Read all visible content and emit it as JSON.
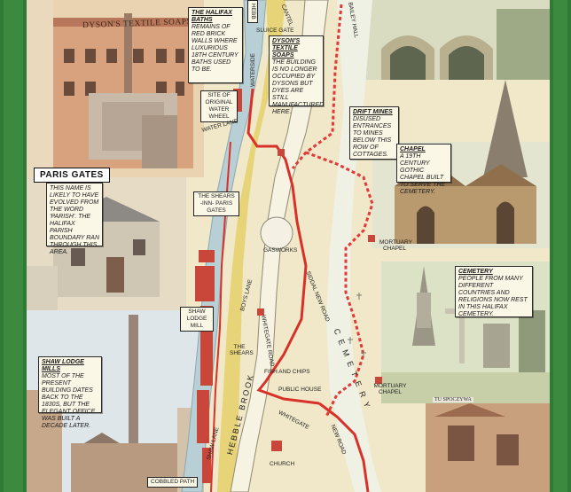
{
  "factory_sign": "DYSON'S TEXTILE SOAPS",
  "grave_inscription": "TU SPOCZYWA",
  "info_boxes": {
    "halifax_baths": {
      "title": "THE HALIFAX BATHS",
      "body": "REMAINS OF RED BRICK WALLS WHERE LUXURIOUS 18th CENTURY BATHS USED TO BE."
    },
    "dysons": {
      "title": "DYSON'S TEXTILE SOAPS",
      "body": "THE BUILDING IS NO LONGER OCCUPIED BY DYSONS BUT DYES ARE STILL MANUFACTURED HERE."
    },
    "drift_mines": {
      "title": "DRIFT MINES",
      "body": "DISUSED ENTRANCES TO MINES BELOW THIS ROW OF COTTAGES."
    },
    "chapel": {
      "title": "CHAPEL",
      "body": "A 19th CENTURY GOTHIC CHAPEL BUILT TO SERVE THE CEMETERY."
    },
    "paris_gates": {
      "title": "PARIS GATES",
      "body": "THIS NAME IS LIKELY TO HAVE EVOLVED FROM THE WORD 'PARISH'. THE HALIFAX PARISH BOUNDARY RAN THROUGH THIS AREA."
    },
    "cemetery": {
      "title": "CEMETERY",
      "body": "PEOPLE FROM MANY DIFFERENT COUNTRIES AND RELIGIONS NOW REST IN THIS HALIFAX CEMETERY."
    },
    "shaw_lodge_mills": {
      "title": "SHAW LODGE MILLS",
      "body": "MOST OF THE PRESENT BUILDING DATES BACK TO THE 1830s, BUT THE ELEGANT OFFICE WAS BUILT A DECADE LATER."
    }
  },
  "labels": {
    "sluice_gate": "SLUICE GATE",
    "waterside": "WATERSIDE",
    "site_wheel": "SITE OF ORIGINAL WATER WHEEL",
    "water_lane": "WATER LANE",
    "shears_inn": "THE SHEARS -INN- PARIS GATES",
    "gasworks": "GASWORKS",
    "mortuary_chapel_1": "MORTUARY CHAPEL",
    "boys_lane": "BOYS LANE",
    "shaw_lodge_mill": "SHAW LODGE MILL",
    "whitegate_road": "WHITEGATE ROAD",
    "siddal_new_road": "SIDDAL NEW ROAD",
    "cemetery_big": "C E M E T E R Y",
    "the_shears": "THE SHEARS",
    "hebble_brook": "HEBBLE BROOK",
    "fish_and_chips": "FISH AND CHIPS",
    "public_house": "PUBLIC HOUSE",
    "mortuary_chapel_2": "MORTUARY CHAPEL",
    "whitegate": "WHITEGATE",
    "shaw_lane": "SHAW LANE",
    "new_road": "NEW ROAD",
    "church": "CHURCH",
    "cobbled_path": "COBBLED PATH",
    "hebble_top": "HEBB",
    "cantel": "CANTEL",
    "bailey_hall": "BAILEY HALL"
  },
  "colors": {
    "route": "#d8312a",
    "footpath": "#e03a3a",
    "river": "#b9cfd6",
    "green_border": "#2f7a35",
    "sand_road": "#e6d270"
  }
}
